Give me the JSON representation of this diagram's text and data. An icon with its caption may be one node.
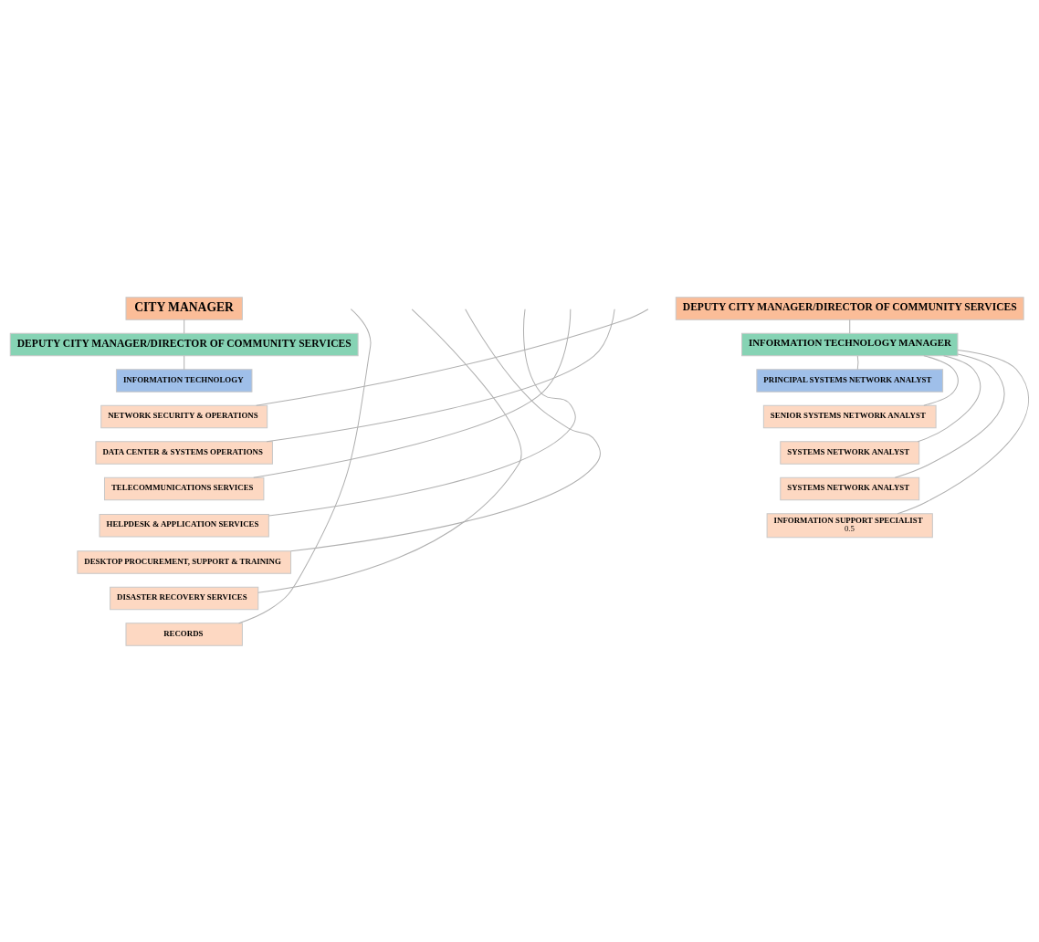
{
  "diagram": {
    "nodes": [
      {
        "text": [
          "CITY MANAGER"
        ]
      },
      {
        "text": [
          "DEPUTY CITY MANAGER/DIRECTOR OF COMMUNITY SERVICES"
        ]
      },
      {
        "text": [
          "INFORMATION TECHNOLOGY"
        ]
      },
      {
        "text": [
          "NETWORK SECURITY & OPERATIONS"
        ]
      },
      {
        "text": [
          "DATA CENTER & SYSTEMS OPERATIONS"
        ]
      },
      {
        "text": [
          "TELECOMMUNICATIONS SERVICES"
        ]
      },
      {
        "text": [
          "HELPDESK & APPLICATION SERVICES"
        ]
      },
      {
        "text": [
          "DESKTOP PROCUREMENT, SUPPORT & TRAINING"
        ]
      },
      {
        "text": [
          "DISASTER RECOVERY SERVICES"
        ]
      },
      {
        "text": [
          "RECORDS"
        ]
      },
      {
        "text": [
          "DEPUTY CITY MANAGER/DIRECTOR OF COMMUNITY SERVICES"
        ]
      },
      {
        "text": [
          "INFORMATION TECHNOLOGY MANAGER"
        ]
      },
      {
        "text": [
          "PRINCIPAL SYSTEMS NETWORK ANALYST"
        ]
      },
      {
        "text": [
          "SENIOR SYSTEMS NETWORK ANALYST"
        ]
      },
      {
        "text": [
          "SYSTEMS NETWORK ANALYST"
        ]
      },
      {
        "text": [
          "SYSTEMS NETWORK ANALYST"
        ]
      },
      {
        "text": [
          "INFORMATION SUPPORT SPECIALIST",
          "0.5"
        ]
      }
    ],
    "edges": [
      {
        "from": 0,
        "to": 1,
        "arrow": "none"
      },
      {
        "from": 1,
        "to": 2,
        "arrow": "none"
      },
      {
        "from": null,
        "to": 3,
        "arrow": "none"
      },
      {
        "from": null,
        "to": 4,
        "arrow": "none"
      },
      {
        "from": null,
        "to": 5,
        "arrow": "none"
      },
      {
        "from": null,
        "to": 6,
        "arrow": "none"
      },
      {
        "from": null,
        "to": 7,
        "arrow": "none"
      },
      {
        "from": null,
        "to": 8,
        "arrow": "none"
      },
      {
        "from": null,
        "to": 9,
        "arrow": "none"
      },
      {
        "from": 10,
        "to": 11,
        "arrow": "none"
      },
      {
        "from": 11,
        "to": 12,
        "arrow": "none"
      },
      {
        "from": 11,
        "to": 13,
        "arrow": "none"
      },
      {
        "from": 11,
        "to": 14,
        "arrow": "none"
      },
      {
        "from": 11,
        "to": 15,
        "arrow": "none"
      },
      {
        "from": 11,
        "to": 16,
        "arrow": "none"
      }
    ]
  }
}
